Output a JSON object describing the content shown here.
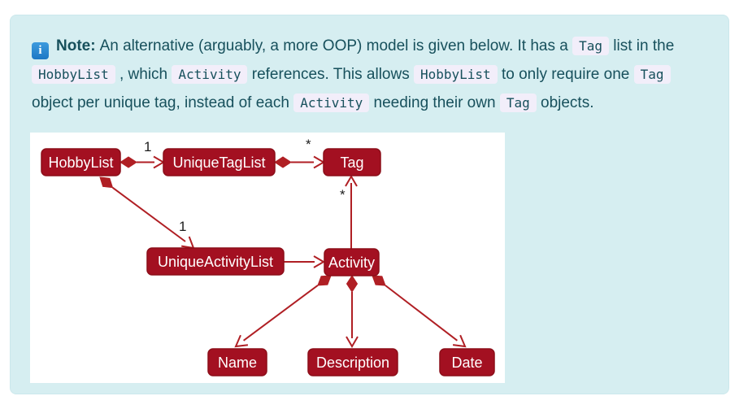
{
  "note": {
    "icon_glyph": "i",
    "icon_name": "info-icon",
    "label": "Note:",
    "segments": [
      {
        "type": "text",
        "text": "An alternative (arguably, a more OOP) model is given below. It has a "
      },
      {
        "type": "code",
        "text": "Tag"
      },
      {
        "type": "text",
        "text": " list in the "
      },
      {
        "type": "code",
        "text": "HobbyList"
      },
      {
        "type": "text",
        "text": " , which "
      },
      {
        "type": "code",
        "text": "Activity"
      },
      {
        "type": "text",
        "text": " references. This allows "
      },
      {
        "type": "code",
        "text": "HobbyList"
      },
      {
        "type": "text",
        "text": " to only require one "
      },
      {
        "type": "code",
        "text": "Tag"
      },
      {
        "type": "text",
        "text": " object per unique tag, instead of each "
      },
      {
        "type": "code",
        "text": "Activity"
      },
      {
        "type": "text",
        "text": " needing their own "
      },
      {
        "type": "code",
        "text": "Tag"
      },
      {
        "type": "text",
        "text": " objects."
      }
    ]
  },
  "diagram": {
    "type": "uml-class-diagram",
    "nodes": [
      {
        "id": "hobbylist",
        "label": "HobbyList"
      },
      {
        "id": "uniquetaglist",
        "label": "UniqueTagList"
      },
      {
        "id": "tag",
        "label": "Tag"
      },
      {
        "id": "uniqueactivitylist",
        "label": "UniqueActivityList"
      },
      {
        "id": "activity",
        "label": "Activity"
      },
      {
        "id": "name",
        "label": "Name"
      },
      {
        "id": "description",
        "label": "Description"
      },
      {
        "id": "date",
        "label": "Date"
      }
    ],
    "edges": [
      {
        "from": "HobbyList",
        "to": "UniqueTagList",
        "type": "composition-arrow",
        "multiplicity": "1"
      },
      {
        "from": "UniqueTagList",
        "to": "Tag",
        "type": "composition-arrow",
        "multiplicity": "*"
      },
      {
        "from": "HobbyList",
        "to": "UniqueActivityList",
        "type": "composition-arrow",
        "multiplicity": "1"
      },
      {
        "from": "UniqueActivityList",
        "to": "Activity",
        "type": "arrow",
        "multiplicity": ""
      },
      {
        "from": "Activity",
        "to": "Tag",
        "type": "arrow",
        "multiplicity": "*"
      },
      {
        "from": "Activity",
        "to": "Name",
        "type": "composition-arrow",
        "multiplicity": ""
      },
      {
        "from": "Activity",
        "to": "Description",
        "type": "composition-arrow",
        "multiplicity": ""
      },
      {
        "from": "Activity",
        "to": "Date",
        "type": "composition-arrow",
        "multiplicity": ""
      }
    ],
    "colors": {
      "node_fill": "#a31021",
      "node_border": "#8c0e19",
      "edge": "#b01f24",
      "node_text": "#ffffff",
      "panel_bg": "#ffffff"
    }
  },
  "callout": {
    "background": "#d6eef1",
    "text_color": "#17505c",
    "code_chip_bg": "#f2eefa",
    "icon_bg": "#1d77c4"
  }
}
